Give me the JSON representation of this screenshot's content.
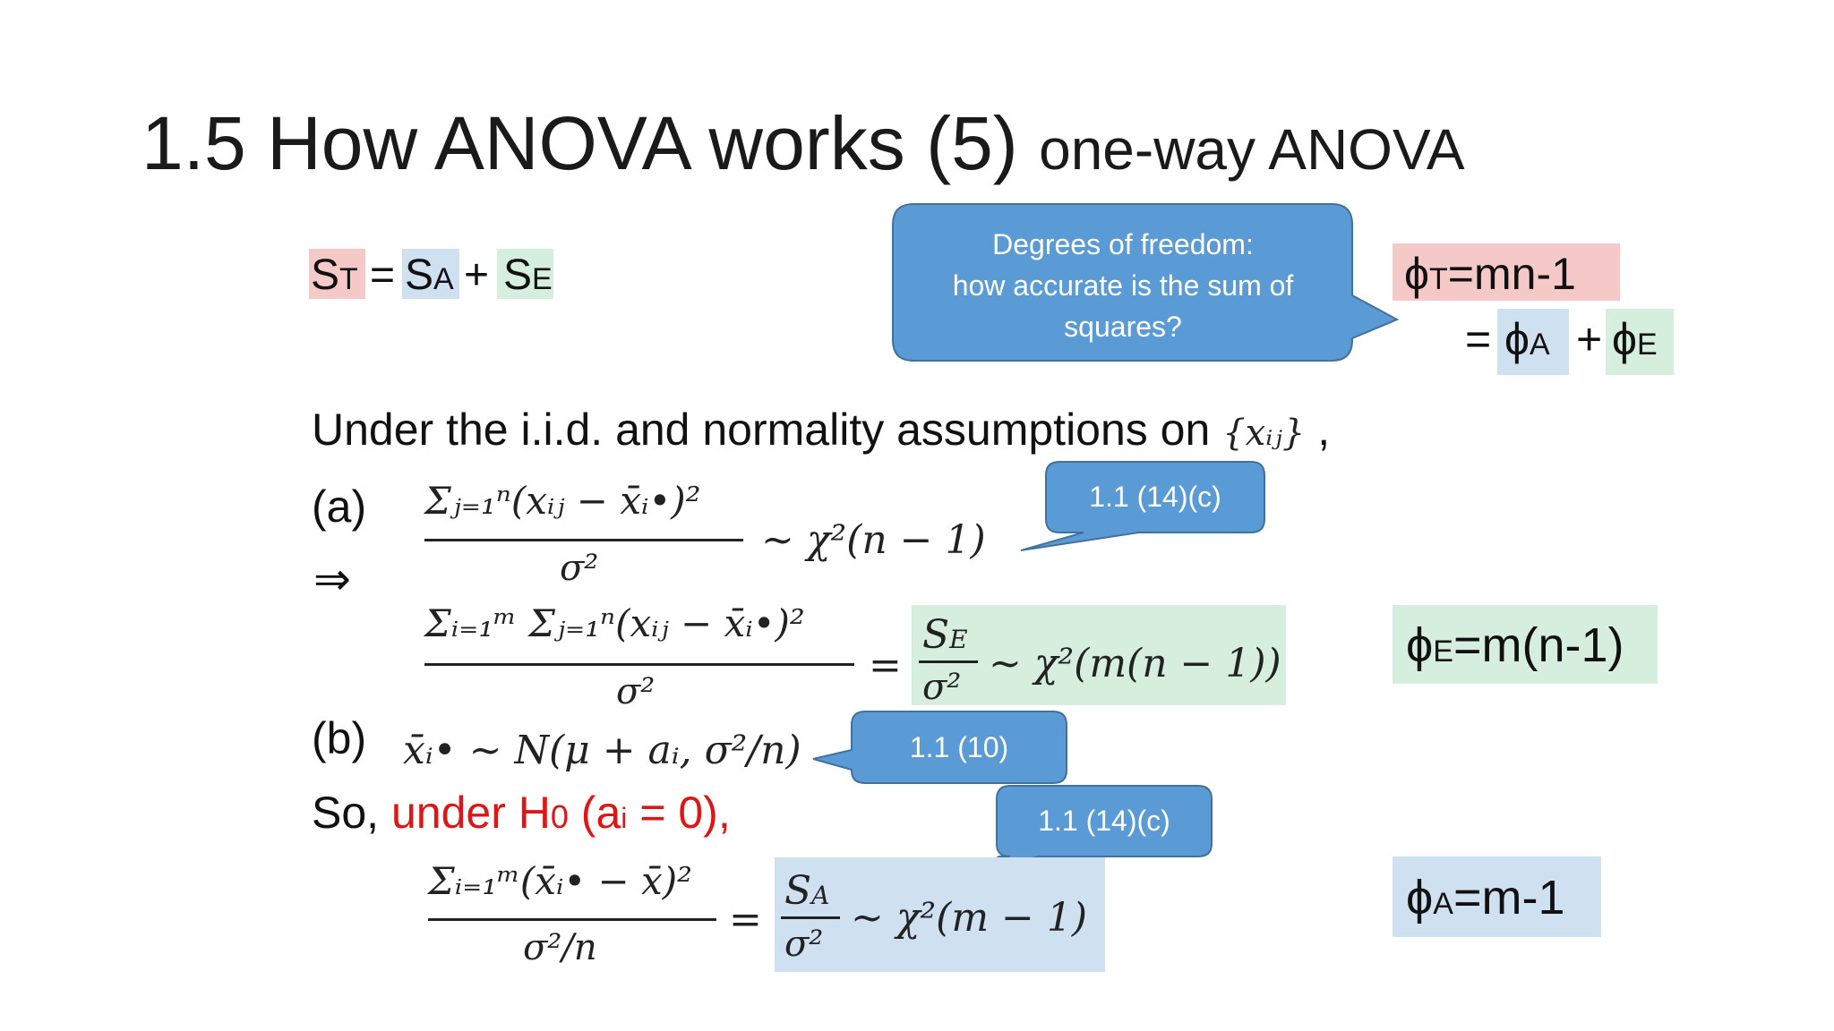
{
  "slide": {
    "title": "1.5 How ANOVA works (5)",
    "title_sub": "one-way ANOVA"
  },
  "sum_of_squares": {
    "st_label": "S",
    "st_sub": "T",
    "eq": "=",
    "sa_label": "S",
    "sa_sub": "A",
    "plus": "+",
    "se_label": "S",
    "se_sub": "E"
  },
  "callouts": {
    "dof_line1": "Degrees of freedom:",
    "dof_line2": "how accurate is the sum of",
    "dof_line3": "squares?",
    "ref_a": "1.1 (14)(c)",
    "ref_b": "1.1 (10)",
    "ref_c": "1.1 (14)(c)"
  },
  "dof": {
    "phi": "ϕ",
    "t_sub": "T",
    "t_value": "=mn-1",
    "eq": "=",
    "a_sub": "A",
    "plus": "+",
    "e_sub": "E",
    "e_value": "=m(n-1)",
    "a_value": "=m-1"
  },
  "body": {
    "assumption_text": "Under the i.i.d. and normality assumptions on",
    "assumption_set": "{xᵢⱼ}",
    "assumption_comma": ",",
    "label_a": "(a)",
    "implies": "⇒",
    "label_b": "(b)",
    "so": "So,",
    "under_h0": "under H",
    "h0_sub": "0",
    "h0_paren_open": "(a",
    "h0_sub_i": "i",
    "h0_rest": "= 0),"
  },
  "formulas": {
    "a_num": "Σⱼ₌₁ⁿ(xᵢⱼ − x̄ᵢ•)²",
    "a_den": "σ²",
    "a_rhs": "~ χ²(n − 1)",
    "sum_num": "Σᵢ₌₁ᵐ Σⱼ₌₁ⁿ(xᵢⱼ − x̄ᵢ•)²",
    "sum_den": "σ²",
    "sum_eq": "=",
    "se_num": "S",
    "se_num_sub": "E",
    "se_den": "σ²",
    "se_rhs": "~ χ²(m(n − 1))",
    "b_formula": "x̄ᵢ• ~ N(μ + aᵢ, σ²/n)",
    "c_num": "Σᵢ₌₁ᵐ(x̄ᵢ• − x̄)²",
    "c_den": "σ²/n",
    "c_eq": "=",
    "sa_num": "S",
    "sa_num_sub": "A",
    "sa_den": "σ²",
    "sa_rhs": "~ χ²(m − 1)"
  },
  "colors": {
    "callout_fill": "#5b9bd5",
    "callout_stroke": "#41719c",
    "pink": "#f6c9c9",
    "blue": "#cfe0f1",
    "green": "#d5eedd",
    "red": "#e01515"
  }
}
